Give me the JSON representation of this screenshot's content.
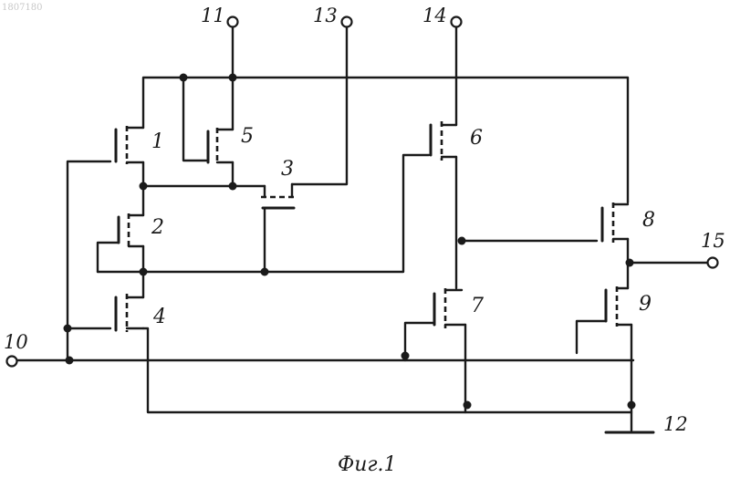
{
  "stamp": "1807180",
  "caption": "Фиг.1",
  "terminals": {
    "t10": "10",
    "t11": "11",
    "t12": "12",
    "t13": "13",
    "t14": "14",
    "t15": "15"
  },
  "transistors": {
    "q1": "1",
    "q2": "2",
    "q3": "3",
    "q4": "4",
    "q5": "5",
    "q6": "6",
    "q7": "7",
    "q8": "8",
    "q9": "9"
  }
}
